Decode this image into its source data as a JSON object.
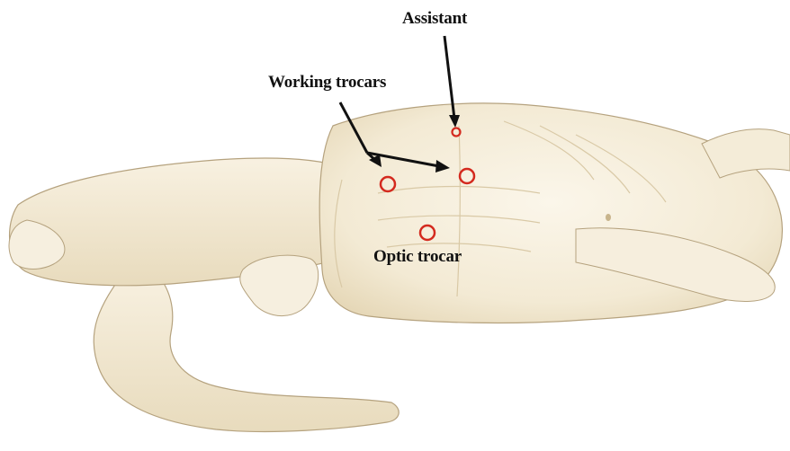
{
  "labels": {
    "assistant": "Assistant",
    "working_trocars": "Working trocars",
    "optic_trocar": "Optic trocar"
  },
  "colors": {
    "skin_fill": "#f4ecd8",
    "skin_shadow": "#e3d5b6",
    "outline": "#b5a27e",
    "trocar_marker": "#d42a1f",
    "arrow": "#111111"
  }
}
